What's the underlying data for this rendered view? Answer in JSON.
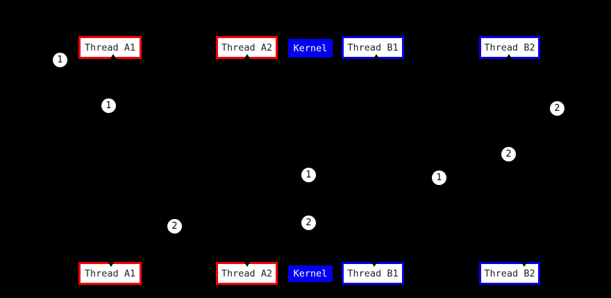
{
  "colors": {
    "background": "#000000",
    "thread_a_accent": "#ff0000",
    "thread_b_accent": "#0000ee",
    "kernel_bg": "#0000ee",
    "kernel_text": "#ffffff",
    "node_bg": "#ffffff",
    "node_text": "#222222",
    "marker_bg": "#ffffff",
    "marker_text": "#000000",
    "edge_color": "#000000"
  },
  "nodes": {
    "top": [
      {
        "label": "Thread A1"
      },
      {
        "label": "Thread A2"
      },
      {
        "label": "Kernel"
      },
      {
        "label": "Thread B1"
      },
      {
        "label": "Thread B2"
      }
    ],
    "bottom": [
      {
        "label": "Thread A1"
      },
      {
        "label": "Thread A2"
      },
      {
        "label": "Kernel"
      },
      {
        "label": "Thread B1"
      },
      {
        "label": "Thread B2"
      }
    ]
  },
  "markers": [
    {
      "label": "1"
    },
    {
      "label": "1"
    },
    {
      "label": "2"
    },
    {
      "label": "2"
    },
    {
      "label": "1"
    },
    {
      "label": "1"
    },
    {
      "label": "2"
    },
    {
      "label": "2"
    }
  ]
}
